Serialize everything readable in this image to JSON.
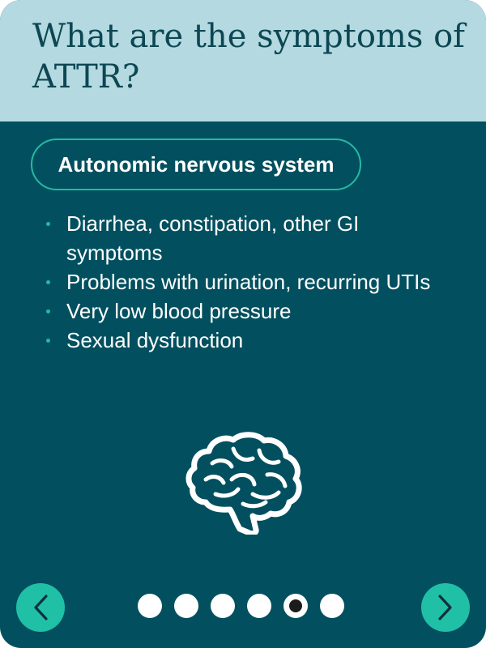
{
  "header": {
    "title": "What are the symptoms of ATTR?"
  },
  "section": {
    "label": "Autonomic nervous system",
    "items": [
      "Diarrhea, constipation, other GI symptoms",
      "Problems with urination, recurring UTIs",
      "Very low blood pressure",
      "Sexual dysfunction"
    ],
    "icon": "brain-icon"
  },
  "navigation": {
    "prev_icon": "chevron-left-icon",
    "next_icon": "chevron-right-icon",
    "total_slides": 6,
    "current_slide": 5
  },
  "colors": {
    "header_bg": "#b4d9e0",
    "card_bg": "#02505f",
    "accent": "#20c0a6",
    "title_text": "#0c4753"
  }
}
